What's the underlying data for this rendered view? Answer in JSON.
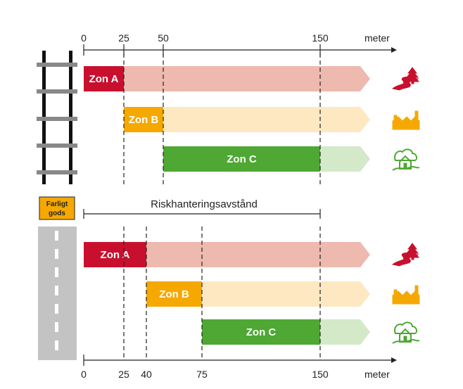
{
  "colors": {
    "zone_a": "#c8102e",
    "zone_a_light": "#eeb9ae",
    "zone_b": "#f5a800",
    "zone_b_light": "#fde8c2",
    "zone_c": "#4ea833",
    "zone_c_light": "#d3e9c8",
    "badge": "#f5a800",
    "road": "#c4c3c3"
  },
  "rail": {
    "scale": {
      "ticks": [
        "0",
        "25",
        "50",
        "150"
      ],
      "unit": "meter"
    },
    "zones": [
      {
        "label": "Zon A",
        "start": 0,
        "end": 25,
        "icon": "forest-road-icon"
      },
      {
        "label": "Zon B",
        "start": 25,
        "end": 50,
        "icon": "factory-icon"
      },
      {
        "label": "Zon C",
        "start": 50,
        "end": 150,
        "icon": "house-icon"
      }
    ]
  },
  "badge": {
    "line1": "Farligt",
    "line2": "gods"
  },
  "distance_label": "Riskhanteringsavstånd",
  "road": {
    "scale": {
      "ticks": [
        "0",
        "25",
        "40",
        "75",
        "150"
      ],
      "unit": "meter"
    },
    "zones": [
      {
        "label": "Zon A",
        "start": 0,
        "end": 40,
        "icon": "forest-road-icon"
      },
      {
        "label": "Zon B",
        "start": 40,
        "end": 75,
        "icon": "factory-icon"
      },
      {
        "label": "Zon C",
        "start": 75,
        "end": 150,
        "icon": "house-icon"
      }
    ]
  }
}
